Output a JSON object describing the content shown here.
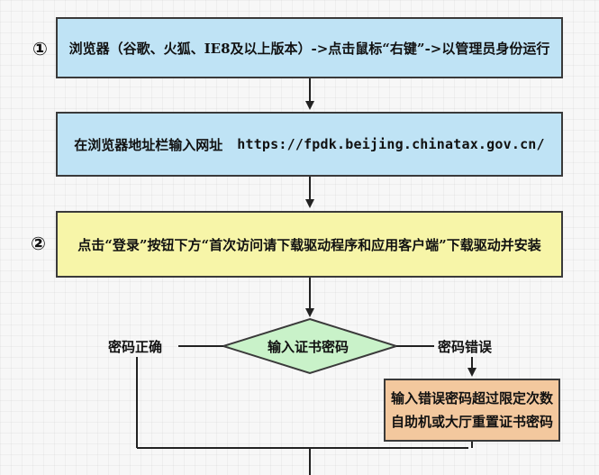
{
  "steps": {
    "step1": {
      "number": "①",
      "text": "浏览器（谷歌、火狐、IE8及以上版本）->点击鼠标“右键”->以管理员身份运行"
    },
    "step1b": {
      "text_prefix": "在浏览器地址栏输入网址",
      "url": "https://fpdk.beijing.chinatax.gov.cn/"
    },
    "step2": {
      "number": "②",
      "text": "点击“登录”按钮下方“首次访问请下载驱动程序和应用客户端”下载驱动并安装"
    }
  },
  "decision": {
    "text": "输入证书密码",
    "left_label": "密码正确",
    "right_label": "密码错误"
  },
  "error_box": {
    "line1": "输入错误密码超过限定次数",
    "line2": "自助机或大厅重置证书密码"
  }
}
